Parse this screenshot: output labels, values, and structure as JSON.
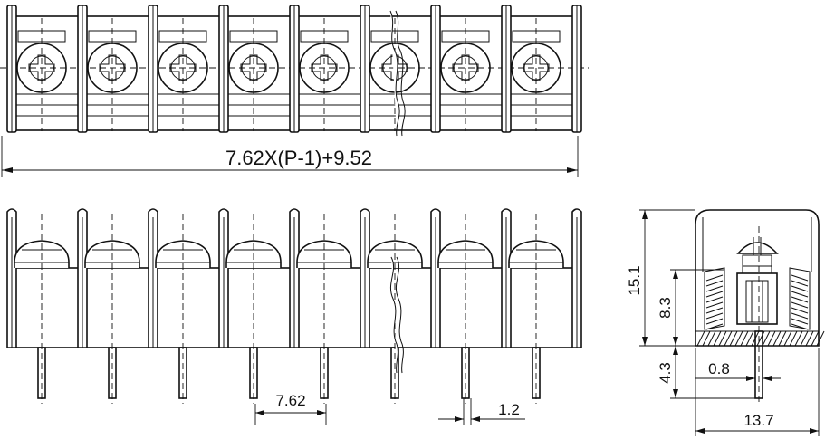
{
  "drawing": {
    "top_view": {
      "pitch_count_shown": 8
    },
    "dimensions": {
      "overall_length_formula": "7.62X(P-1)+9.52",
      "pitch": "7.62",
      "pin_width": "1.2",
      "height_total": "15.1",
      "height_body": "8.3",
      "pin_length": "4.3",
      "pin_thickness": "0.8",
      "depth": "13.7"
    }
  }
}
